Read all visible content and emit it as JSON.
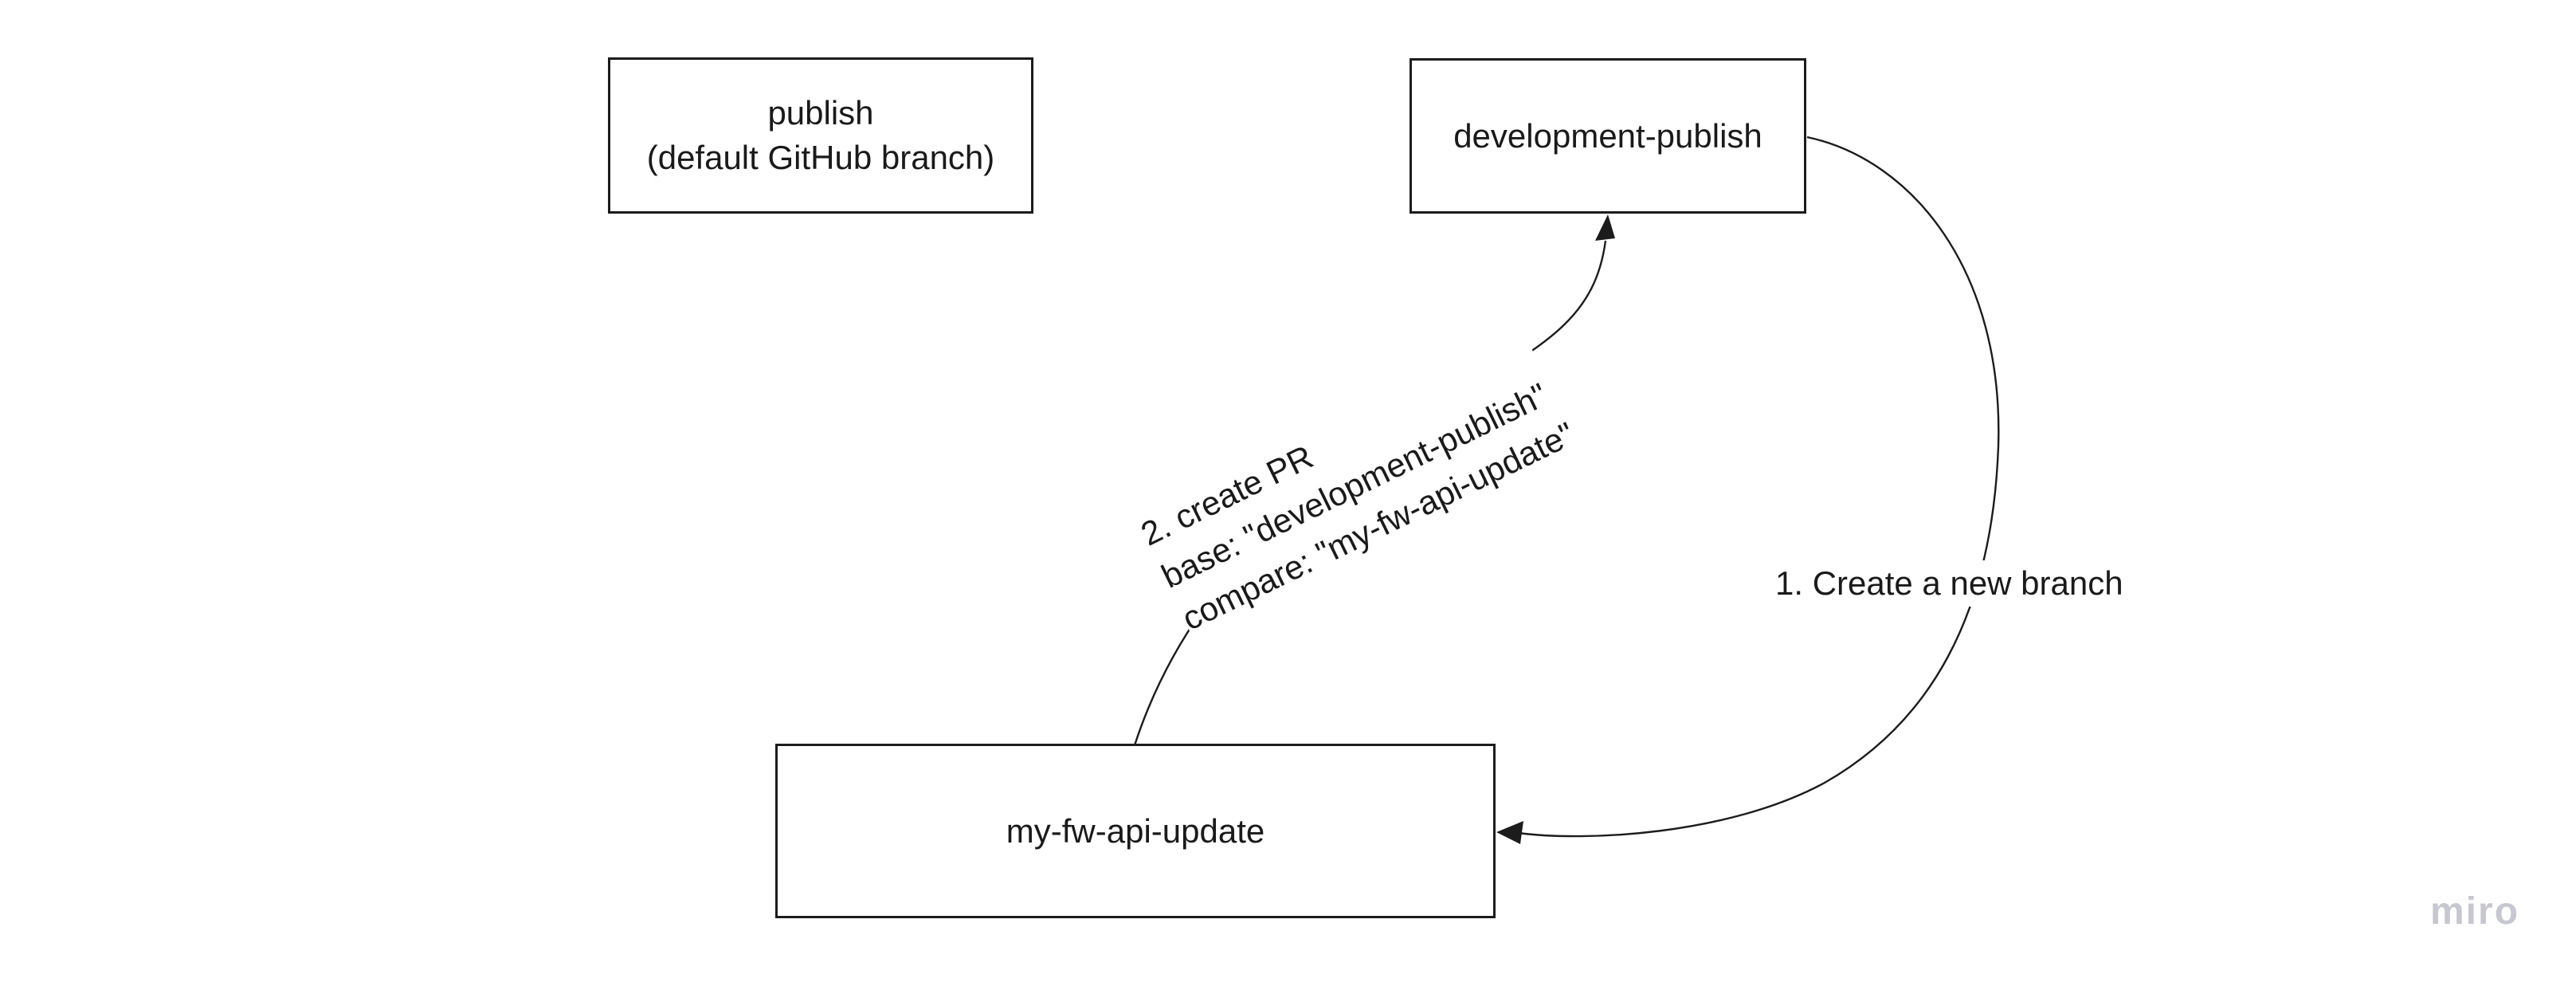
{
  "board": {
    "watermark": "miro"
  },
  "colors": {
    "background": "#ffffff",
    "stroke": "#1c1c1c",
    "text": "#1a1a1a",
    "watermark": "#c7c7d1"
  },
  "nodes": [
    {
      "id": "publish",
      "lines": [
        "publish",
        "(default GitHub branch)"
      ]
    },
    {
      "id": "development-publish",
      "lines": [
        "development-publish"
      ]
    },
    {
      "id": "my-fw-api-update",
      "lines": [
        "my-fw-api-update"
      ]
    }
  ],
  "edges": [
    {
      "id": "create-branch",
      "from": "development-publish",
      "to": "my-fw-api-update",
      "label": "1. Create a new branch"
    },
    {
      "id": "create-pr",
      "from": "my-fw-api-update",
      "to": "development-publish",
      "lines": [
        "2. create PR",
        "base: \"development-publish\"",
        "compare: \"my-fw-api-update\""
      ]
    }
  ]
}
